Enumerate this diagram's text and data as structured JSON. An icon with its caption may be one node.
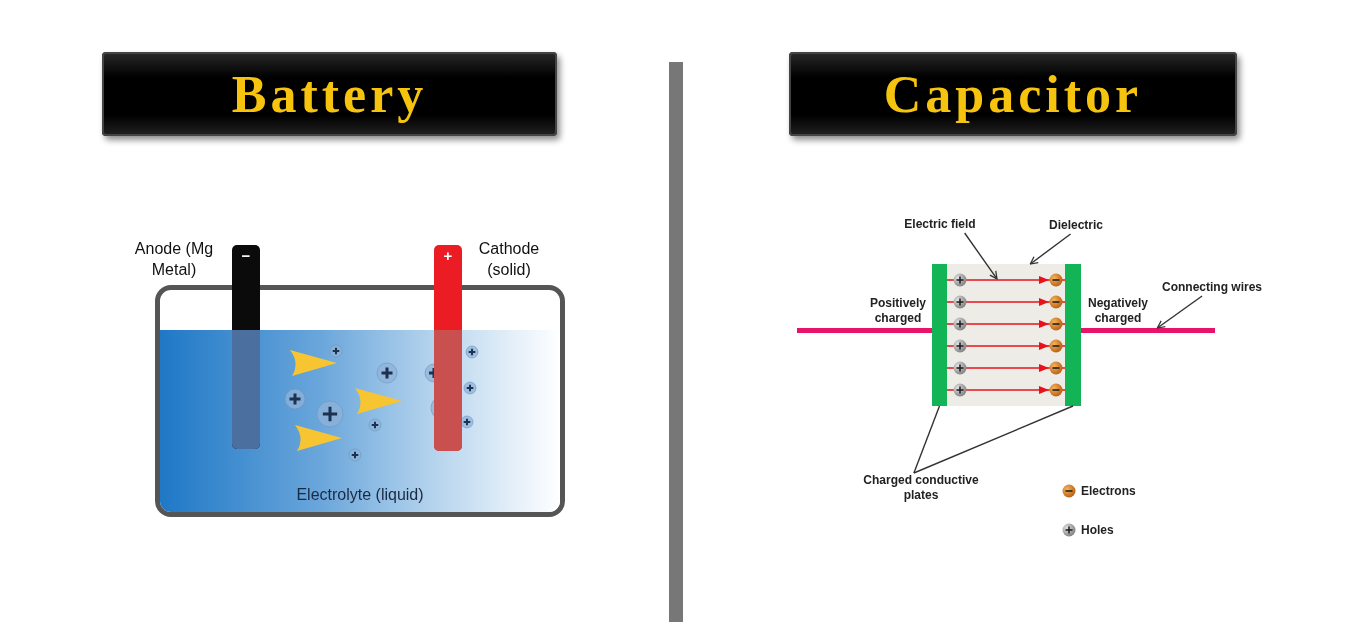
{
  "diagram": {
    "nodes": [
      {
        "text": [
          "Battery"
        ]
      },
      {
        "text": [
          "Capacitor"
        ]
      },
      {
        "text": [
          "Electrolyte (liquid)"
        ]
      },
      {
        "text": [
          "Anode (Mg Metal)",
          "−"
        ]
      },
      {
        "text": [
          "+",
          "Cathode (solid)"
        ]
      },
      {
        "text": [
          "Electric field"
        ]
      },
      {
        "text": [
          "Dielectric"
        ]
      },
      {
        "text": [],
        "shape": "box"
      },
      {
        "text": [],
        "shape": "bar",
        "in": 7
      },
      {
        "text": [],
        "shape": "bar",
        "in": 7
      },
      {
        "text": [
          "Connecting wires"
        ]
      },
      {
        "text": [],
        "shape": "bar"
      },
      {
        "text": [],
        "shape": "bar"
      },
      {
        "text": [
          "Charged conductive plates"
        ]
      },
      {
        "text": [],
        "shape": "bar"
      }
    ],
    "edges": [
      {
        "from": 5,
        "to": 7,
        "arrow": "to",
        "color": "#333333"
      },
      {
        "from": 6,
        "to": 7,
        "arrow": "to",
        "color": "#333333"
      },
      {
        "from": 10,
        "to": 14,
        "arrow": "to",
        "color": "#333333"
      },
      {
        "from": 13,
        "to": 8,
        "arrow": "none",
        "color": "#333333"
      },
      {
        "from": 13,
        "to": 9,
        "arrow": "none",
        "color": "#333333"
      },
      {
        "from": 8,
        "to": 9,
        "arrow": "to",
        "color": "#e8121c"
      },
      {
        "from": 8,
        "to": 9,
        "arrow": "to",
        "color": "#e8121c"
      },
      {
        "from": 8,
        "to": 9,
        "arrow": "to",
        "color": "#e8121c"
      },
      {
        "from": 8,
        "to": 9,
        "arrow": "to",
        "color": "#e8121c"
      },
      {
        "from": 8,
        "to": 9,
        "arrow": "to",
        "color": "#e8121c"
      },
      {
        "from": 8,
        "to": 9,
        "arrow": "to",
        "color": "#e8121c"
      }
    ],
    "labels": [
      "Positively charged",
      "Negatively charged"
    ],
    "legend": [
      {
        "text": "Electrons"
      },
      {
        "text": "Holes"
      }
    ]
  }
}
